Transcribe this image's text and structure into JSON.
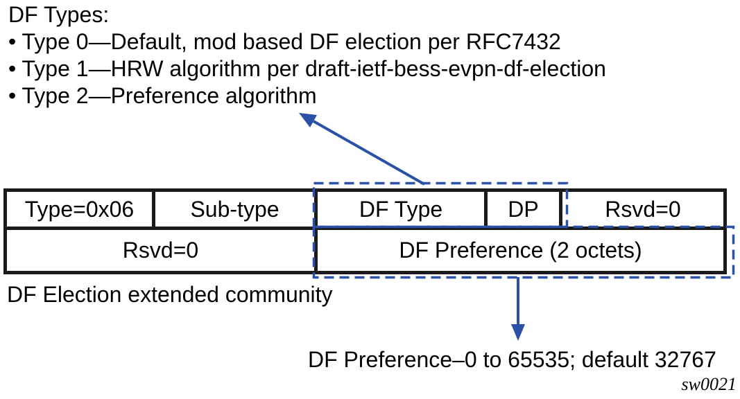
{
  "figure": {
    "heading": "DF Types:",
    "bullets": [
      "• Type 0—Default, mod based DF election per RFC7432",
      "• Type 1—HRW algorithm per draft-ietf-bess-evpn-df-election",
      "• Type 2—Preference algorithm"
    ],
    "caption": "DF Election extended community",
    "preference_note": "DF Preference–0 to 65535; default 32767",
    "figure_id": "sw0021"
  },
  "packet": {
    "row1": [
      "Type=0x06",
      "Sub-type",
      "DF Type",
      "DP",
      "Rsvd=0"
    ],
    "row2": [
      "Rsvd=0",
      "DF Preference (2 octets)"
    ]
  },
  "colors": {
    "accent_blue": "#2a51a5",
    "border_black": "#1a1a1a"
  }
}
